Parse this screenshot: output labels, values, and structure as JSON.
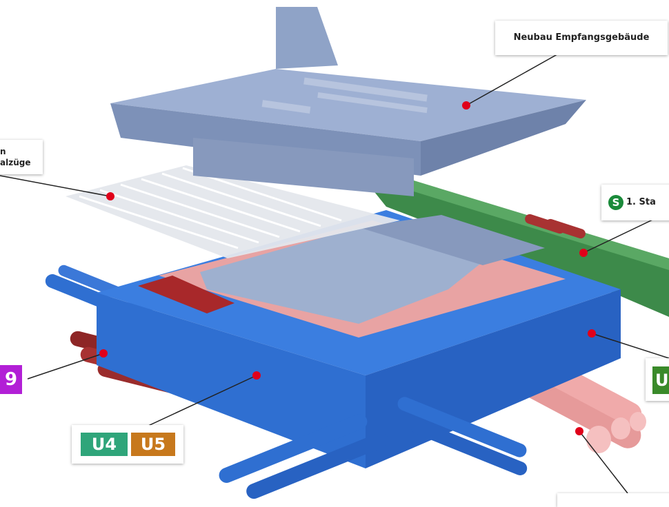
{
  "labels": {
    "empfangsgebaeude": "Neubau Empfangsgebäude",
    "left_line1": "n",
    "left_line2": "alzüge",
    "sbahn_icon": "S",
    "sbahn_text": "1. Sta",
    "bottom_right": ""
  },
  "badges": {
    "u4": "U4",
    "u5": "U5",
    "left_partial": "9",
    "right_partial": "U"
  },
  "colors": {
    "u4": "#2fa57a",
    "u5": "#c7781c",
    "left_partial": "#b21fd6",
    "right_partial": "#3a8a2a",
    "sbahn": "#1a8a3a",
    "marker": "#e0001a",
    "blue_box": "#2f6fd1",
    "tunnel_red": "#a83232",
    "tunnel_pink": "#e69a9a",
    "green_tunnel": "#3d8a4a",
    "grey_building": "#8fa3c7"
  }
}
